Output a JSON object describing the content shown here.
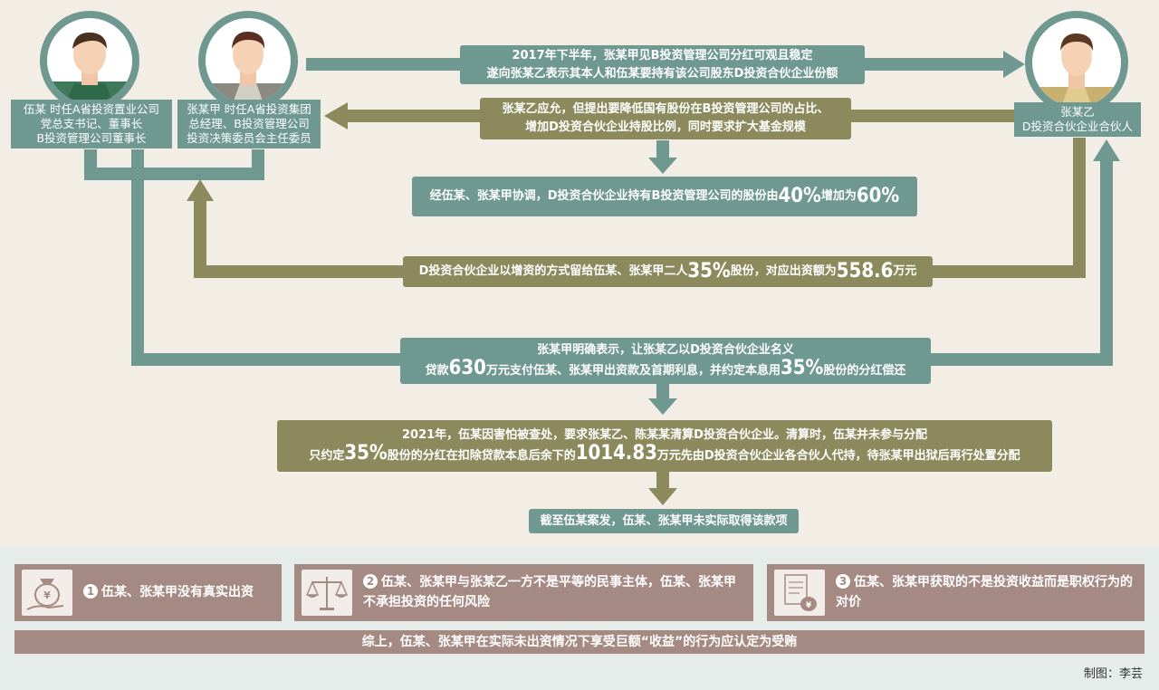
{
  "persons": {
    "wu": {
      "label_lines": [
        "伍某 时任A省投资置业公司",
        "党总支书记、董事长",
        "B投资管理公司董事长"
      ]
    },
    "zhangjia": {
      "label_lines": [
        "张某甲 时任A省投资集团",
        "总经理、B投资管理公司",
        "投资决策委员会主任委员"
      ]
    },
    "zhangyi": {
      "label_lines": [
        "张某乙",
        "D投资合伙企业合伙人"
      ]
    }
  },
  "flow": {
    "step1": [
      "2017年下半年，张某甲见B投资管理公司分红可观且稳定",
      "遂向张某乙表示其本人和伍某要持有该公司股东D投资合伙企业份额"
    ],
    "step2": [
      "张某乙应允，但提出要降低国有股份在B投资管理公司的占比、",
      "增加D投资合伙企业持股比例，同时要求扩大基金规模"
    ],
    "step3": {
      "pre": "经伍某、张某甲协调，D投资合伙企业持有B投资管理公司的股份由",
      "v1": "40%",
      "mid": "增加为",
      "v2": "60%"
    },
    "step4": {
      "pre": "D投资合伙企业以增资的方式留给伍某、张某甲二人",
      "v1": "35%",
      "mid": "股份，对应出资额为",
      "v2": "558.6",
      "post": "万元"
    },
    "step5": {
      "line1": "张某甲明确表示，让张某乙以D投资合伙企业名义",
      "a": "贷款",
      "v1": "630",
      "b": "万元支付伍某、张某甲出资款及首期利息，并约定本息用",
      "v2": "35%",
      "c": "股份的分红偿还"
    },
    "step6": {
      "line1": "2021年，伍某因害怕被查处，要求张某乙、陈某某清算D投资合伙企业。清算时，伍某并未参与分配",
      "a": "只约定",
      "v1": "35%",
      "b": "股份的分红在扣除贷款本息后余下的",
      "v2": "1014.83",
      "c": "万元先由D投资合伙企业各合伙人代持，待张某甲出狱后再行处置分配"
    },
    "step7": "截至伍某案发，伍某、张某甲未实际取得该款项"
  },
  "conclusions": [
    {
      "num": "1",
      "text": "伍某、张某甲没有真实出资",
      "icon": "money-bag-icon"
    },
    {
      "num": "2",
      "text": "伍某、张某甲与张某乙一方不是平等的民事主体，伍某、张某甲不承担投资的任何风险",
      "icon": "scales-icon"
    },
    {
      "num": "3",
      "text": "伍某、张某甲获取的不是投资收益而是职权行为的对价",
      "icon": "document-money-icon"
    }
  ],
  "summary": "综上，伍某、张某甲在实际未出资情况下享受巨额“收益”的行为应认定为受贿",
  "credit": "制图：李芸",
  "colors": {
    "teal": "#6e9890",
    "olive": "#8c8a5c",
    "rose": "#a58a84"
  }
}
